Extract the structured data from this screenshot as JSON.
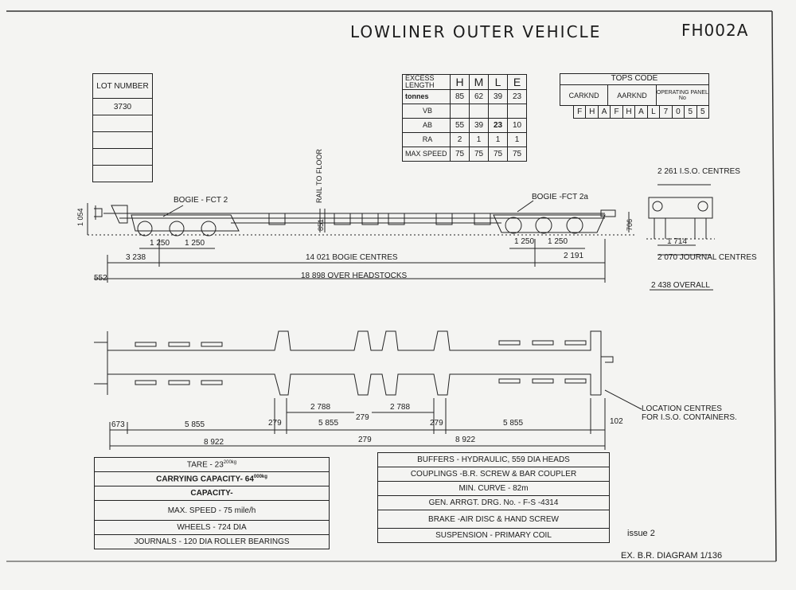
{
  "title": "LOWLINER  OUTER  VEHICLE",
  "diagram_code": "FH002A",
  "lot": {
    "header": "LOT NUMBER",
    "value": "3730"
  },
  "excess_table": {
    "label": "EXCESS LENGTH",
    "headers": [
      "H",
      "M",
      "L",
      "E"
    ],
    "rows": [
      {
        "label": "tonnes",
        "values": [
          "85",
          "62",
          "39",
          "23"
        ]
      },
      {
        "label": "VB",
        "values": [
          "",
          "",
          "",
          ""
        ]
      },
      {
        "label": "AB",
        "values": [
          "55",
          "39",
          "23",
          "10"
        ]
      },
      {
        "label": "RA",
        "values": [
          "2",
          "1",
          "1",
          "1"
        ]
      },
      {
        "label": "MAX SPEED",
        "values": [
          "75",
          "75",
          "75",
          "75"
        ]
      }
    ]
  },
  "tops": {
    "title": "TOPS CODE",
    "carknd": "CARKND",
    "aarknd": "AARKND",
    "operating": "OPERATING PANEL No",
    "letters": [
      "F",
      "H",
      "A",
      "F",
      "H",
      "A",
      "L",
      "7",
      "0",
      "5",
      "5"
    ]
  },
  "side_view": {
    "bogie_left": "BOGIE - FCT 2",
    "bogie_right": "BOGIE -FCT 2a",
    "rail_to_floor": "RAIL TO FLOOR",
    "height_left": "1 054",
    "height_mid": "851",
    "height_right": "706",
    "wheelbase_l1": "1 250",
    "wheelbase_l2": "1 250",
    "wheelbase_r1": "1 250",
    "wheelbase_r2": "1 250",
    "left_overhang": "3 238",
    "bogie_centres": "14 021 BOGIE  CENTRES",
    "right_overhang": "2 191",
    "buffer": "552",
    "headstocks": "18 898  OVER  HEADSTOCKS"
  },
  "end_view": {
    "iso_centres": "2 261 I.S.O. CENTRES",
    "journal": "1 714",
    "journal_centres": "2 070 JOURNAL CENTRES",
    "overall": "2 438  OVERALL"
  },
  "plan_view": {
    "d673": "673",
    "d5855a": "5 855",
    "d279a": "279",
    "d2788a": "2 788",
    "d5855b": "5 855",
    "d279b": "279",
    "d2788b": "2 788",
    "d279c": "279",
    "d5855c": "5 855",
    "d102": "102",
    "d8922a": "8 922",
    "d279d": "279",
    "d8922b": "8 922",
    "location_note": "LOCATION CENTRES FOR I.S.O. CONTAINERS."
  },
  "specs_left": [
    {
      "label": "TARE - 23",
      "sup": "200kg"
    },
    {
      "label": "CARRYING  CAPACITY- 64",
      "sup": "000kg"
    },
    {
      "label": "CAPACITY-",
      "sup": ""
    },
    {
      "label": "MAX. SPEED  - 75 mile/h",
      "sup": ""
    },
    {
      "label": "WHEELS  -  724  DIA",
      "sup": ""
    },
    {
      "label": "JOURNALS - 120 DIA ROLLER BEARINGS",
      "sup": ""
    }
  ],
  "specs_right": [
    "BUFFERS - HYDRAULIC, 559 DIA HEADS",
    "COUPLINGS -B.R. SCREW & BAR COUPLER",
    "MIN. CURVE - 82m",
    "GEN. ARRGT. DRG. No. - F-S -4314",
    "BRAKE -AIR DISC & HAND SCREW",
    "SUSPENSION - PRIMARY  COIL"
  ],
  "issue": "issue 2",
  "footer": "EX. B.R. DIAGRAM  1/136",
  "colors": {
    "paper": "#f4f4f2",
    "ink": "#1c1c1c"
  }
}
